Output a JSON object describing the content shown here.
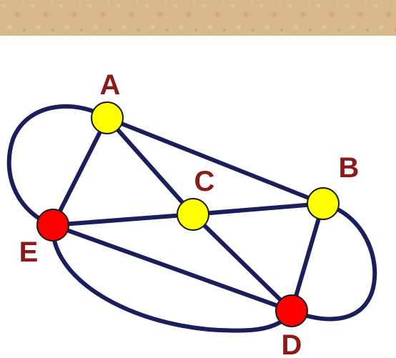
{
  "colors": {
    "banner": "#d9b98a",
    "edge": "#1a1f5c",
    "label": "#8b1a1a",
    "odd_vertex": "#ff0000",
    "even_vertex": "#ffff00",
    "vertex_outline": "#1a1a1a"
  },
  "graph": {
    "nodes": [
      {
        "id": "A",
        "label": "A",
        "fill": "even_vertex"
      },
      {
        "id": "B",
        "label": "B",
        "fill": "even_vertex"
      },
      {
        "id": "C",
        "label": "C",
        "fill": "even_vertex"
      },
      {
        "id": "D",
        "label": "D",
        "fill": "odd_vertex"
      },
      {
        "id": "E",
        "label": "E",
        "fill": "odd_vertex"
      }
    ],
    "edges": [
      {
        "from": "A",
        "to": "E",
        "shape": "straight"
      },
      {
        "from": "A",
        "to": "E",
        "shape": "loop"
      },
      {
        "from": "A",
        "to": "C",
        "shape": "straight"
      },
      {
        "from": "A",
        "to": "B",
        "shape": "straight"
      },
      {
        "from": "E",
        "to": "C",
        "shape": "straight"
      },
      {
        "from": "C",
        "to": "B",
        "shape": "straight"
      },
      {
        "from": "C",
        "to": "D",
        "shape": "straight"
      },
      {
        "from": "E",
        "to": "D",
        "shape": "straight"
      },
      {
        "from": "E",
        "to": "D",
        "shape": "loop"
      },
      {
        "from": "B",
        "to": "D",
        "shape": "straight"
      },
      {
        "from": "B",
        "to": "D",
        "shape": "loop"
      }
    ]
  }
}
